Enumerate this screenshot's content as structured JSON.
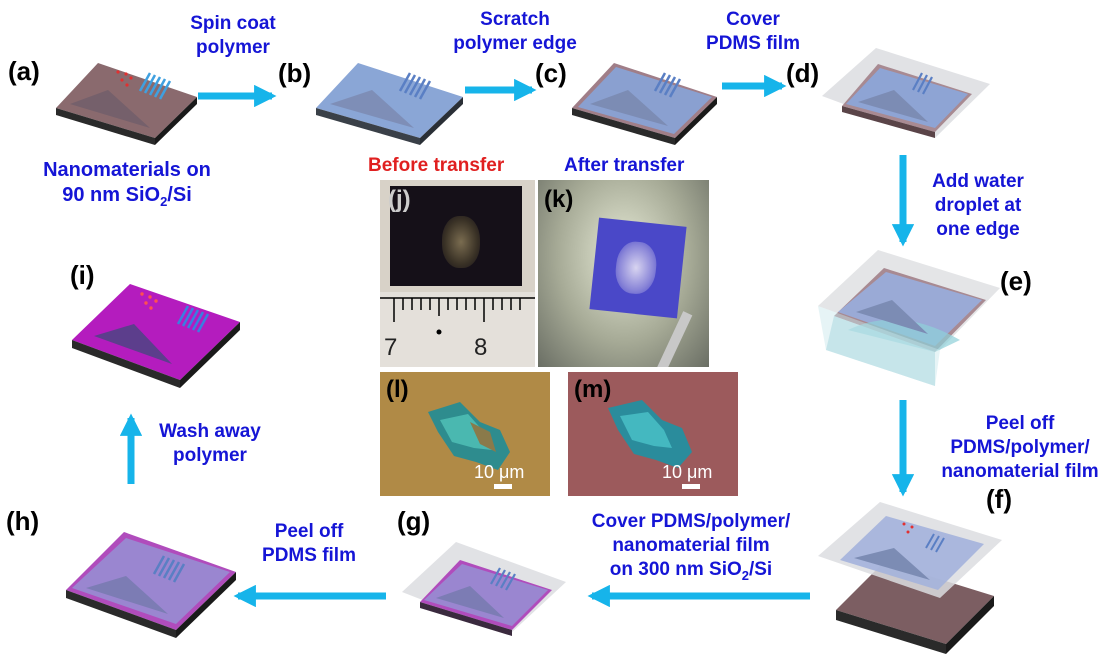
{
  "panels": {
    "a": "(a)",
    "b": "(b)",
    "c": "(c)",
    "d": "(d)",
    "e": "(e)",
    "f": "(f)",
    "g": "(g)",
    "h": "(h)",
    "i": "(i)",
    "j": "(j)",
    "k": "(k)",
    "l": "(l)",
    "m": "(m)"
  },
  "steps": {
    "a_b": [
      "Spin coat",
      "polymer"
    ],
    "b_c": [
      "Scratch",
      "polymer edge"
    ],
    "c_d": [
      "Cover",
      "PDMS film"
    ],
    "d_e": [
      "Add water",
      "droplet at",
      "one edge"
    ],
    "e_f": [
      "Peel off",
      "PDMS/polymer/",
      "nanomaterial film"
    ],
    "f_g": [
      "Cover PDMS/polymer/",
      "nanomaterial film",
      "on 300 nm SiO"
    ],
    "f_g_sub": "2",
    "f_g_tail": "/Si",
    "g_h": [
      "Peel off",
      "PDMS film"
    ],
    "h_i": [
      "Wash away",
      "polymer"
    ]
  },
  "substrate_caption": {
    "line1": "Nanomaterials on",
    "line2_pre": "90 nm SiO",
    "line2_sub": "2",
    "line2_post": "/Si"
  },
  "photo_headers": {
    "before": "Before transfer",
    "after": "After transfer",
    "before_color": "#e02020",
    "after_color": "#1515d6"
  },
  "ruler_labels": [
    "7",
    "8"
  ],
  "scale_bars": {
    "l": "10 μm",
    "m": "10 μm"
  },
  "colors": {
    "arrow": "#16b4ea",
    "substrate_90nm": "#8a6a6e",
    "substrate_300nm": "#9c2fa6",
    "polymer": "#8aa6d6",
    "pdms": "#d8dadc",
    "caption_blue": "#1515d6"
  }
}
